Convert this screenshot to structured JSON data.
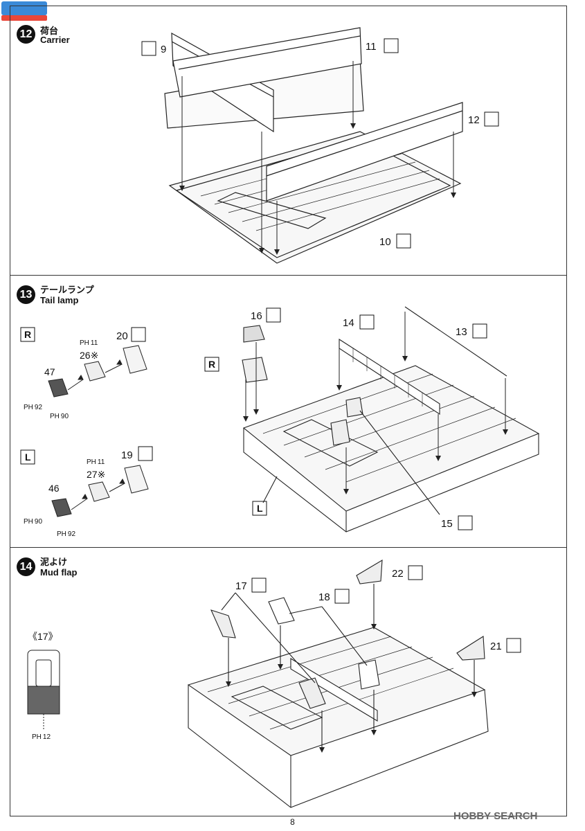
{
  "steps": [
    {
      "number": "12",
      "title_jp": "荷台",
      "title_en": "Carrier",
      "parts": [
        "9",
        "11",
        "12",
        "10"
      ]
    },
    {
      "number": "13",
      "title_jp": "テールランプ",
      "title_en": "Tail lamp",
      "side_r": "R",
      "side_l": "L",
      "r_sub": {
        "paint1": "11",
        "part_a": "26※",
        "part_b": "47",
        "paint2": "92",
        "paint3": "90",
        "part_c": "20"
      },
      "l_sub": {
        "paint1": "11",
        "part_a": "27※",
        "part_b": "46",
        "paint2": "90",
        "paint3": "92",
        "part_c": "19"
      },
      "parts": [
        "16",
        "14",
        "13",
        "15"
      ]
    },
    {
      "number": "14",
      "title_jp": "泥よけ",
      "title_en": "Mud flap",
      "detail_label": "《17》",
      "detail_paint": "12",
      "parts": [
        "17",
        "18",
        "22",
        "21"
      ]
    }
  ],
  "paint_prefix": "P",
  "paint_sub": "H",
  "page_number": "8",
  "watermark": "HOBBY SEARCH"
}
